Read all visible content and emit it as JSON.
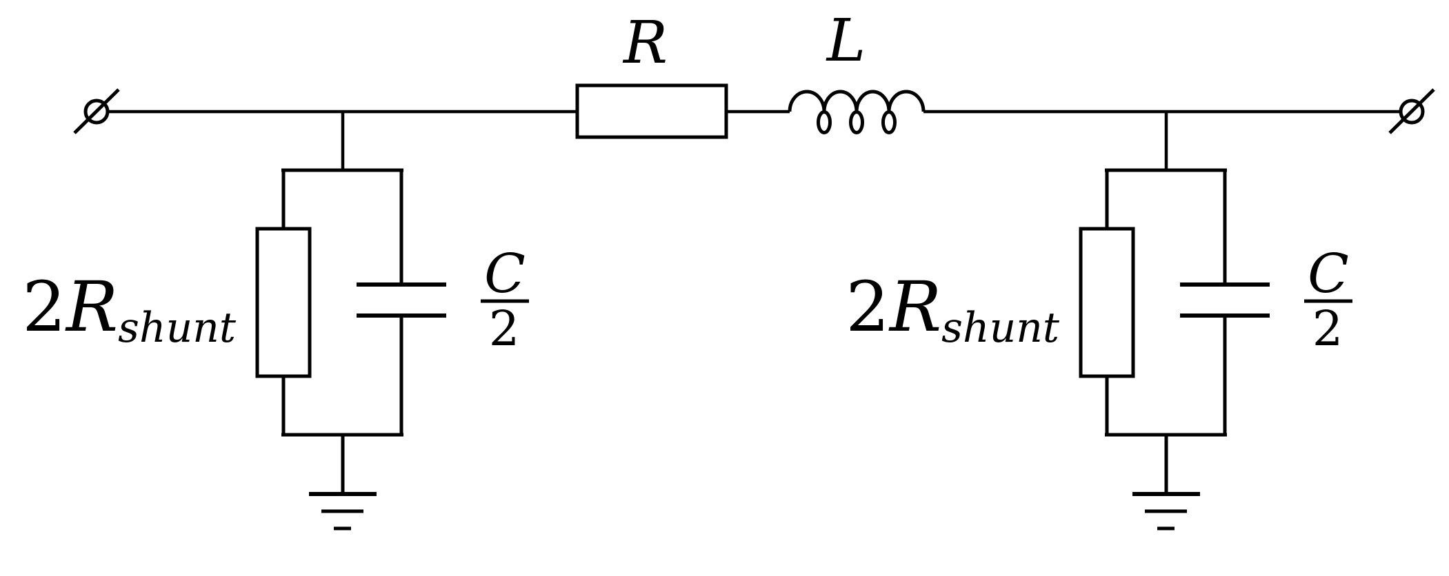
{
  "circuit": {
    "background_color": "#ffffff",
    "line_color": "#000000",
    "labels": {
      "series_resistor": "R",
      "series_inductor": "L",
      "shunt_resistor_coeff": "2",
      "shunt_resistor_symbol": "R",
      "shunt_resistor_subscript": "shunt",
      "shunt_cap_numerator": "C",
      "shunt_cap_denominator": "2"
    },
    "components": [
      {
        "id": "left-port",
        "type": "open-terminal"
      },
      {
        "id": "series-resistor",
        "type": "resistor",
        "label": "R"
      },
      {
        "id": "series-inductor",
        "type": "inductor",
        "label": "L"
      },
      {
        "id": "left-shunt-resistor",
        "type": "resistor",
        "label": "2R_shunt"
      },
      {
        "id": "left-shunt-capacitor",
        "type": "capacitor",
        "label": "C/2"
      },
      {
        "id": "left-ground",
        "type": "ground"
      },
      {
        "id": "right-shunt-resistor",
        "type": "resistor",
        "label": "2R_shunt"
      },
      {
        "id": "right-shunt-capacitor",
        "type": "capacitor",
        "label": "C/2"
      },
      {
        "id": "right-ground",
        "type": "ground"
      },
      {
        "id": "right-port",
        "type": "open-terminal"
      }
    ]
  }
}
